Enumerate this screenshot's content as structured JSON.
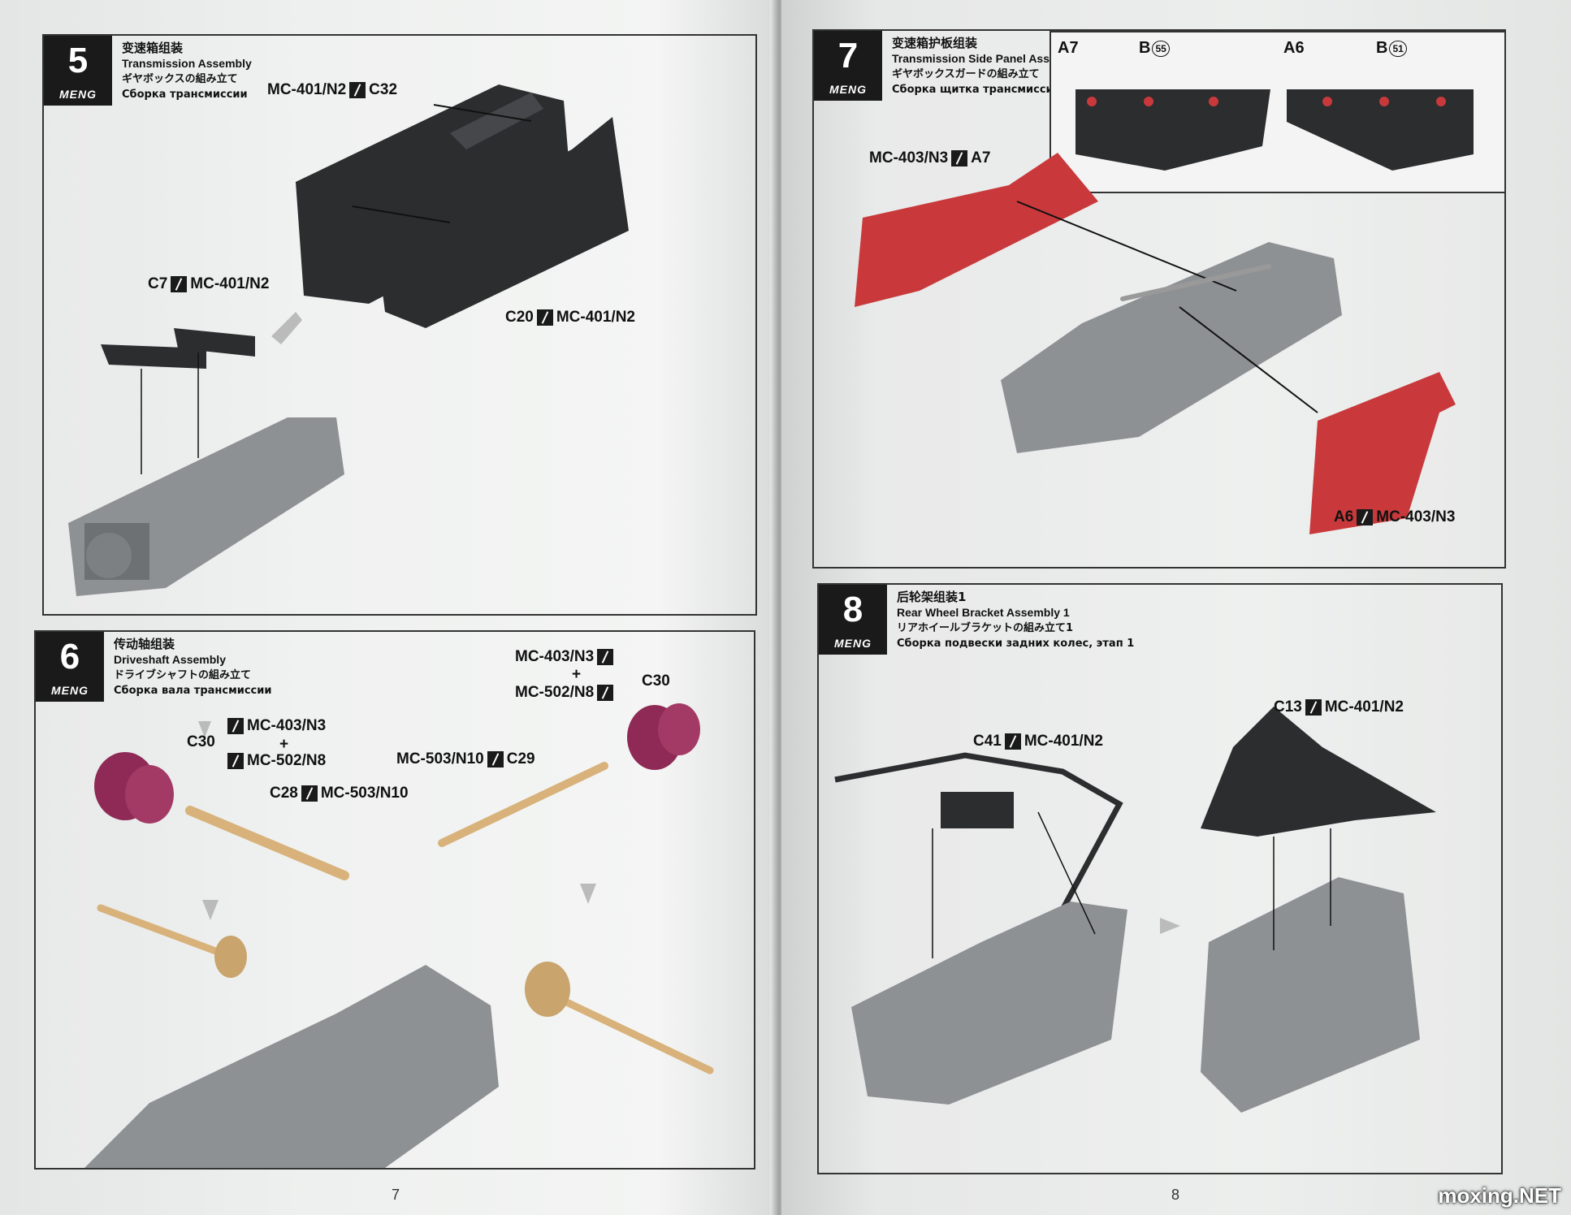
{
  "brand": "MENG",
  "watermark": "moxing.NET",
  "pages": {
    "left_number": "7",
    "right_number": "8"
  },
  "steps": [
    {
      "number": "5",
      "zh": "变速箱组装",
      "en": "Transmission Assembly",
      "ja": "ギヤボックスの組み立て",
      "ru": "Сборка трансмиссии",
      "labels": {
        "a": "MC-401/N2",
        "a2": "C32",
        "b": "C7",
        "b2": "MC-401/N2",
        "c": "C20",
        "c2": "MC-401/N2"
      }
    },
    {
      "number": "6",
      "zh": "传动轴组装",
      "en": "Driveshaft Assembly",
      "ja": "ドライブシャフトの組み立て",
      "ru": "Сборка вала трансмиссии",
      "labels": {
        "c30a": "C30",
        "sprue1": "MC-403/N3",
        "plus1": "+",
        "sprue2": "MC-502/N8",
        "c28": "C28",
        "c28s": "MC-503/N10",
        "top1": "MC-403/N3",
        "plus2": "+",
        "top2": "MC-502/N8",
        "c30b": "C30",
        "c29s": "MC-503/N10",
        "c29": "C29"
      }
    },
    {
      "number": "7",
      "zh": "变速箱护板组装",
      "en": "Transmission Side Panel Assembly",
      "ja": "ギヤボックスガードの組み立て",
      "ru": "Сборка щитка трансмиссии",
      "labels": {
        "a7s": "MC-403/N3",
        "a7": "A7",
        "a6": "A6",
        "a6s": "MC-403/N3",
        "inset_a7": "A7",
        "inset_b55": "B",
        "inset_b55n": "55",
        "inset_a6": "A6",
        "inset_b51": "B",
        "inset_b51n": "51"
      }
    },
    {
      "number": "8",
      "zh": "后轮架组装1",
      "en": "Rear Wheel Bracket Assembly 1",
      "ja": "リアホイールブラケットの組み立て1",
      "ru": "Сборка подвески задних колес, этап 1",
      "labels": {
        "c41": "C41",
        "c41s": "MC-401/N2",
        "c13": "C13",
        "c13s": "MC-401/N2"
      }
    }
  ],
  "colors": {
    "part_dark": "#2c2d2f",
    "part_grey": "#8e9194",
    "part_red": "#c9393b",
    "part_gold": "#d8b27a",
    "part_purple": "#8e2a55"
  }
}
